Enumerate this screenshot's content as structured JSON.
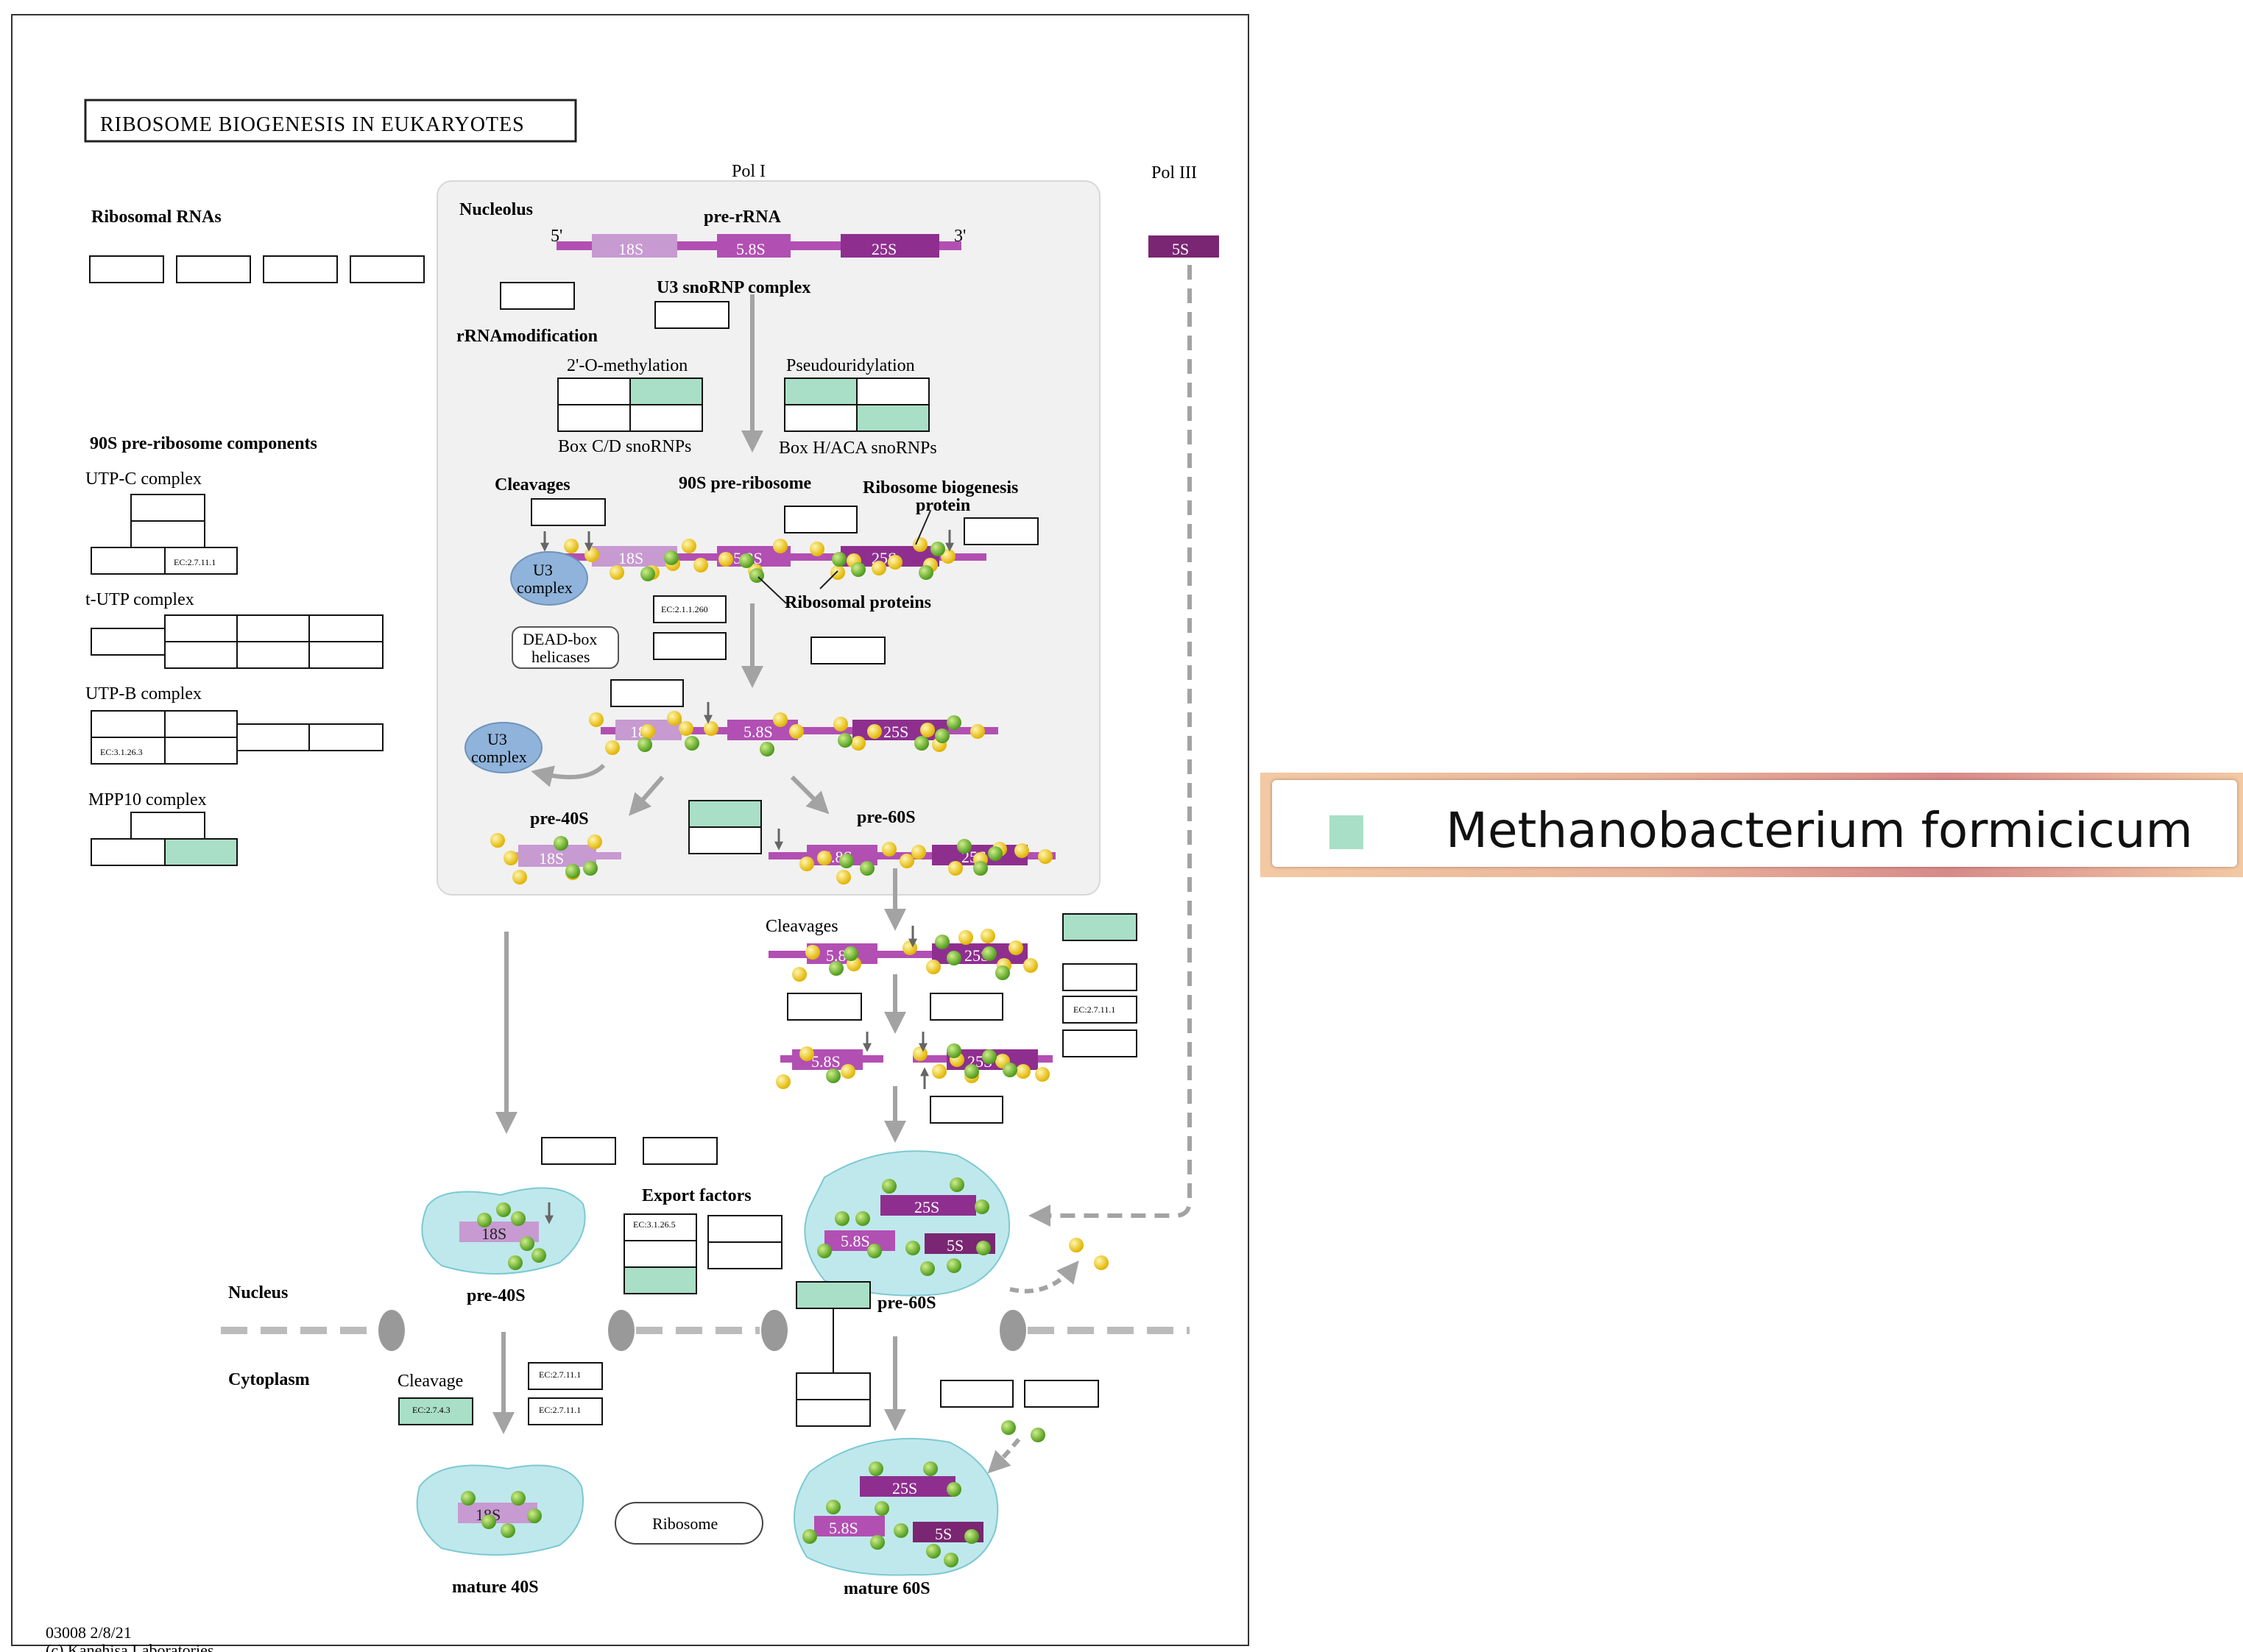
{
  "diagram": {
    "title": "RIBOSOME BIOGENESIS IN EUKARYOTES",
    "footer_id": "03008 2/8/21",
    "footer_copyright": "(c) Kanehisa Laboratories",
    "labels": {
      "pol1": "Pol I",
      "pol3": "Pol III",
      "nucleolus": "Nucleolus",
      "pre_rrna": "pre-rRNA",
      "five_prime": "5'",
      "three_prime": "3'",
      "r18s": "18S",
      "r58s": "5.8S",
      "r25s": "25S",
      "r5s": "5S",
      "ribosomal_rnas": "Ribosomal RNAs",
      "u3_snornp": "U3 snoRNP complex",
      "rrna_modification": "rRNAmodification",
      "methylation": "2'-O-methylation",
      "pseudouridylation": "Pseudouridylation",
      "box_cd": "Box C/D snoRNPs",
      "box_haca": "Box H/ACA snoRNPs",
      "components_90s": "90S pre-ribosome components",
      "utp_c": "UTP-C complex",
      "t_utp": "t-UTP complex",
      "utp_b": "UTP-B complex",
      "mpp10": "MPP10 complex",
      "cleavages": "Cleavages",
      "pre_ribosome_90s": "90S pre-ribosome",
      "biogenesis_protein_1": "Ribosome biogenesis",
      "biogenesis_protein_2": "protein",
      "u3_line1": "U3",
      "u3_line2": "complex",
      "ribosomal_proteins": "Ribosomal proteins",
      "deadbox_1": "DEAD-box",
      "deadbox_2": "helicases",
      "pre40s": "pre-40S",
      "pre60s": "pre-60S",
      "cleavages_lower": "Cleavages",
      "export_factors": "Export factors",
      "nucleus": "Nucleus",
      "cytoplasm": "Cytoplasm",
      "cleavage": "Cleavage",
      "ribosome": "Ribosome",
      "mature40s": "mature 40S",
      "mature60s": "mature 60S"
    },
    "ec": {
      "utp_c": "EC:2.7.11.1",
      "utp_b": "EC:3.1.26.3",
      "nucleolus": "EC:2.1.1.260",
      "cleavage_60s": "EC:2.7.11.1",
      "export": "EC:3.1.26.5",
      "cyto_1": "EC:2.7.11.1",
      "cyto_2": "EC:2.7.11.1",
      "cleavage": "EC:2.7.4.3"
    }
  },
  "legend": {
    "organism": "Methanobacterium formicicum",
    "color": "#a9dfc6"
  },
  "colors": {
    "highlight": "#a9dfc6",
    "rna_light": "#c79ad1",
    "rna_mid": "#b24fb3",
    "rna_dark": "#8e2f8f",
    "rna_5s": "#7a2672",
    "nucleolus_bg": "#f1f1f1",
    "particle_bg": "#bfe8ec",
    "u3": "#8fb3da"
  },
  "icons": [
    "arrow",
    "protein-dot-icon",
    "nuclear-pore-icon"
  ]
}
